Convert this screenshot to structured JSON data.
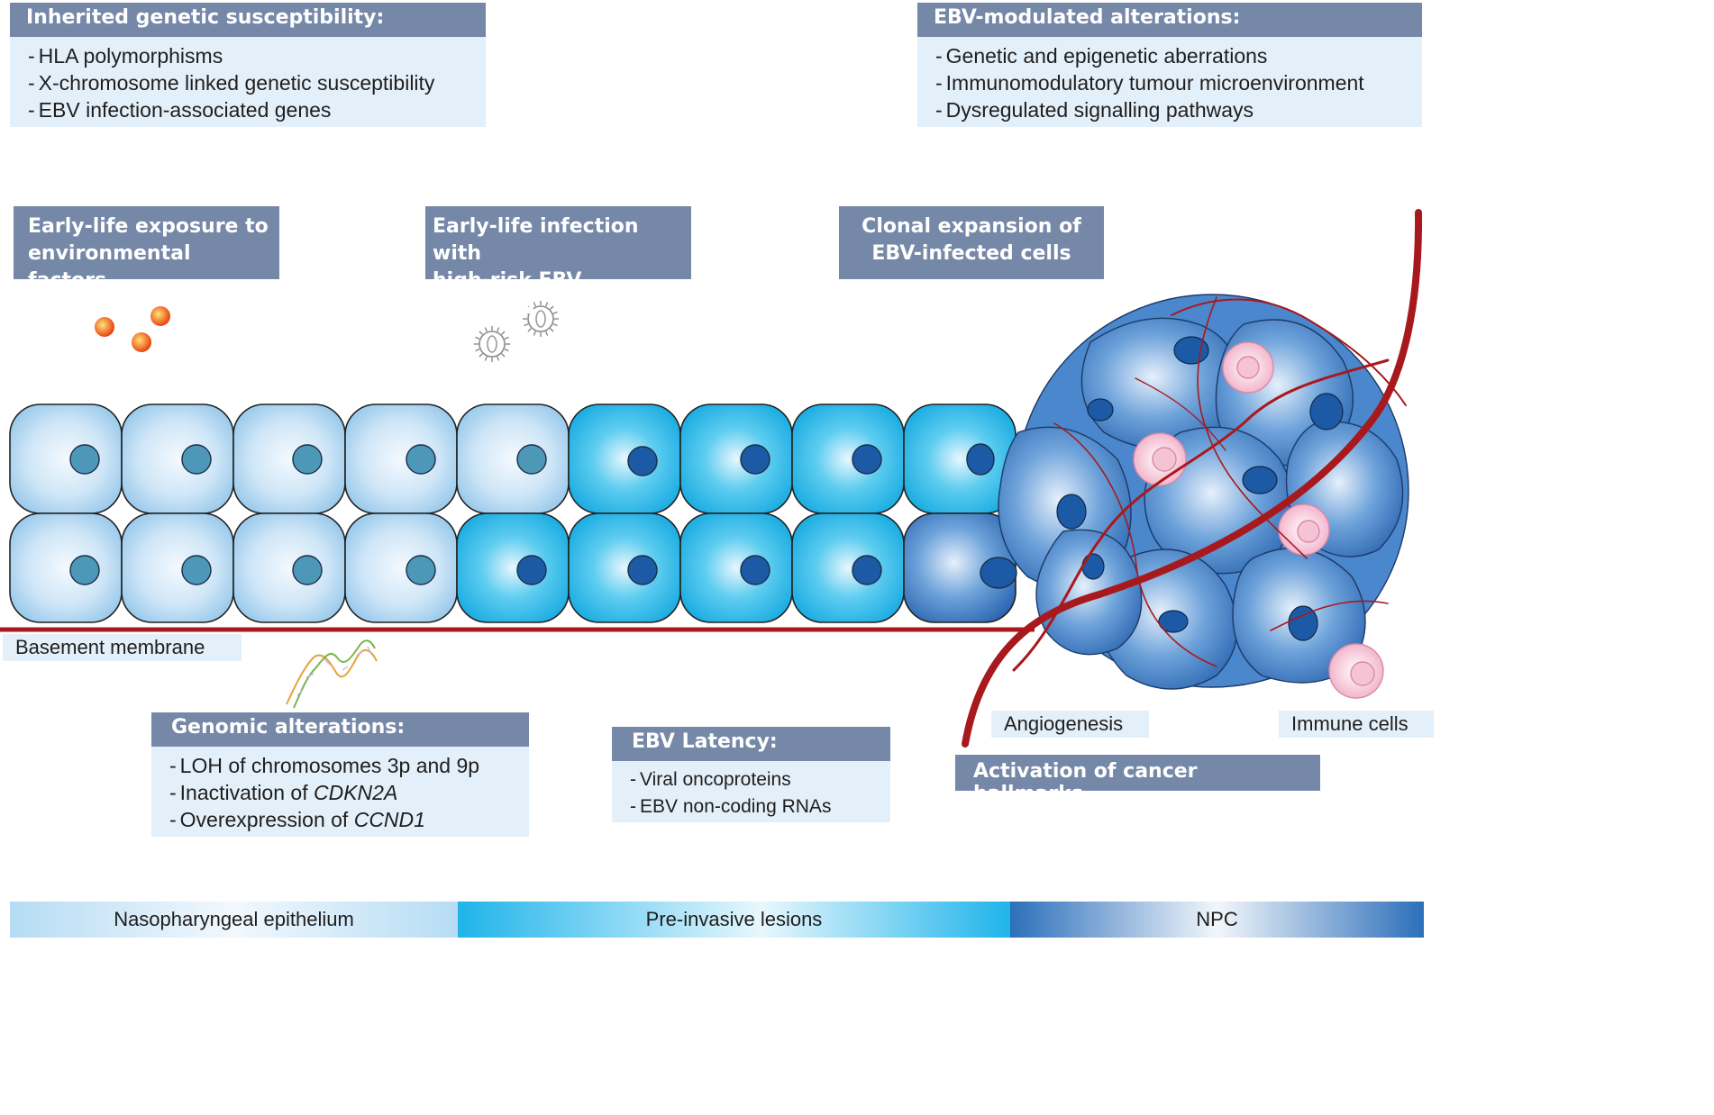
{
  "inherited": {
    "title": "Inherited genetic susceptibility:",
    "items": [
      {
        "text": "HLA polymorphisms"
      },
      {
        "text": "X-chromosome linked genetic susceptibility"
      },
      {
        "text": "EBV infection-associated genes"
      }
    ]
  },
  "ebv_modulated": {
    "title": "EBV-modulated alterations:",
    "items": [
      {
        "text": "Genetic and epigenetic aberrations"
      },
      {
        "text": "Immunomodulatory tumour microenvironment"
      },
      {
        "text": "Dysregulated signalling pathways"
      }
    ]
  },
  "stages": {
    "environment": {
      "line1": "Early-life exposure to",
      "line2": "environmental factors"
    },
    "infection": {
      "line1": "Early-life infection with",
      "line2": "high-risk EBV subtypes"
    },
    "clonal": {
      "line1": "Clonal expansion of",
      "line2": "EBV-infected cells"
    }
  },
  "basement_membrane": "Basement membrane",
  "genomic": {
    "title": "Genomic alterations:",
    "items": [
      {
        "prefix": "LOH of chromosomes 3p and 9p",
        "gene": ""
      },
      {
        "prefix": "Inactivation of ",
        "gene": "CDKN2A"
      },
      {
        "prefix": "Overexpression of ",
        "gene": "CCND1"
      }
    ]
  },
  "latency": {
    "title": "EBV Latency:",
    "items": [
      {
        "text": "Viral oncoproteins"
      },
      {
        "text": "EBV non-coding RNAs"
      }
    ]
  },
  "hallmarks": {
    "angiogenesis": "Angiogenesis",
    "immune_cells": "Immune cells",
    "activation": "Activation of cancer hallmarks"
  },
  "progression_bar": {
    "segments": [
      {
        "label": "Nasopharyngeal epithelium"
      },
      {
        "label": "Pre-invasive lesions"
      },
      {
        "label": "NPC"
      }
    ]
  },
  "colors": {
    "header_bg": "#7588a8",
    "lightbox_bg": "#e4f0f9",
    "normal_cell": "#a9d3ee",
    "preinvasive_cell": "#29b8e8",
    "tumour_cell": "#3a7ec8",
    "vessel": "#a8191d"
  },
  "dash": "-"
}
